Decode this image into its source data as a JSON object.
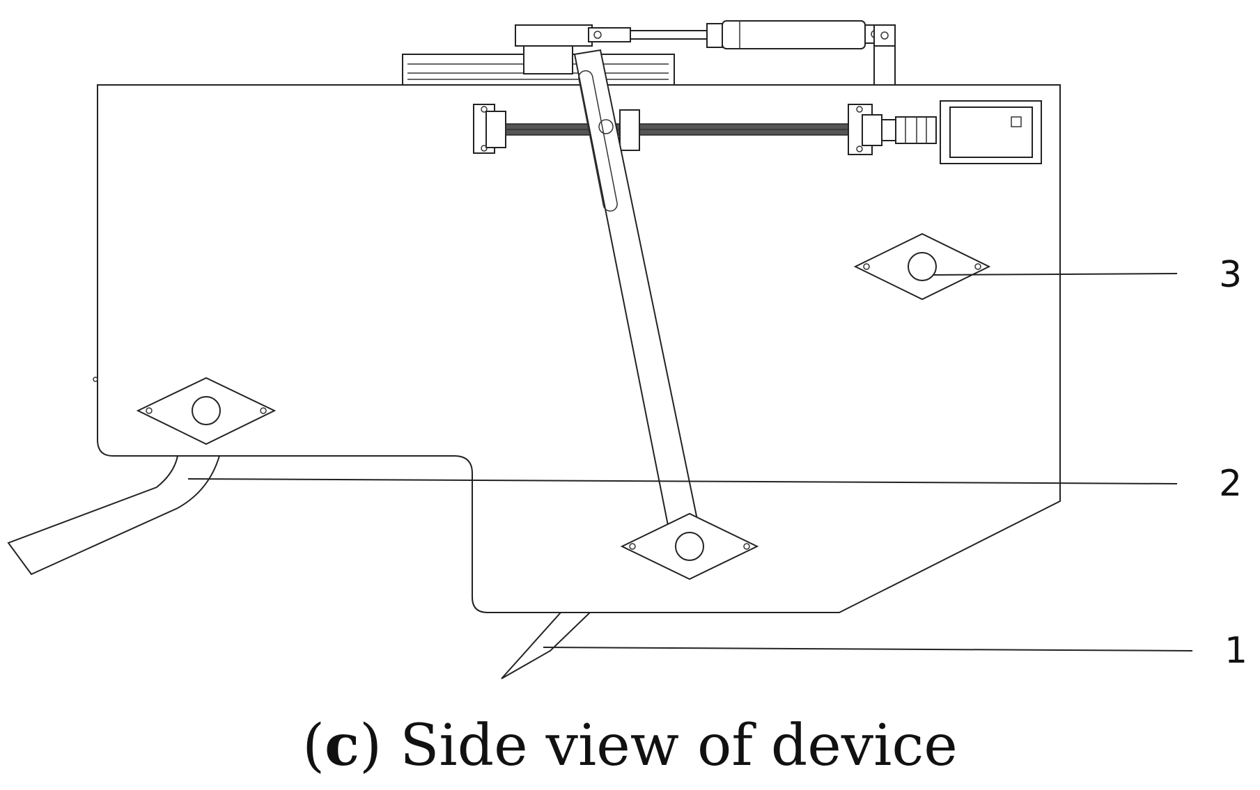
{
  "figure": {
    "caption": {
      "open_paren": "(",
      "letter": "c",
      "close_paren": ")",
      "text": "Side view of device"
    },
    "labels": [
      {
        "id": "1",
        "text": "1"
      },
      {
        "id": "2",
        "text": "2"
      },
      {
        "id": "3",
        "text": "3"
      }
    ],
    "line_color": "#222222",
    "background": "#ffffff"
  }
}
